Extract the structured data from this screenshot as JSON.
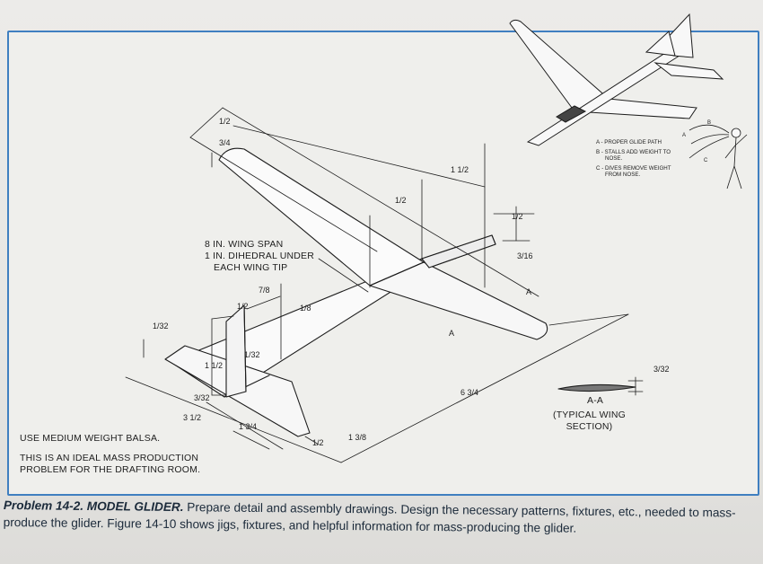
{
  "labels": {
    "wing_span": "8 IN. WING SPAN",
    "dihedral_1": "1 IN. DIHEDRAL UNDER",
    "dihedral_2": "EACH WING TIP",
    "balsa": "USE MEDIUM WEIGHT BALSA.",
    "mass_1": "THIS IS AN IDEAL MASS PRODUCTION",
    "mass_2": "PROBLEM FOR THE DRAFTING ROOM.",
    "section_cut": "A-A",
    "section_1": "(TYPICAL WING",
    "section_2": "SECTION)",
    "cut_a": "A",
    "cut_a2": "A",
    "legend_a": "A - PROPER GLIDE PATH",
    "legend_b1": "B - STALLS ADD WEIGHT TO",
    "legend_b2": "NOSE.",
    "legend_c1": "C - DIVES REMOVE WEIGHT",
    "legend_c2": "FROM NOSE.",
    "path_a": "A",
    "path_b": "B",
    "path_c": "C"
  },
  "dimensions": {
    "d_half_1": "1/2",
    "d_three_quarter": "3/4",
    "d_one_half": "1 1/2",
    "d_half_2": "1/2",
    "d_half_3": "1/2",
    "d_3_16": "3/16",
    "d_7_8": "7/8",
    "d_half_4": "1/2",
    "d_eighth": "1/8",
    "d_1_32": "1/32",
    "d_1_32b": "1/32",
    "d_one_half_b": "1 1/2",
    "d_3_32": "3/32",
    "d_3_half": "3 1/2",
    "d_1_3_4": "1 3/4",
    "d_half_5": "1/2",
    "d_1_3_8": "1 3/8",
    "d_6_3_4": "6 3/4",
    "d_3_32b": "3/32"
  },
  "caption": {
    "title": "Problem 14-2. MODEL GLIDER.",
    "text": "Prepare detail and assembly drawings. Design the necessary patterns, fixtures, etc., needed to mass-produce the glider. Figure 14-10 shows jigs, fixtures, and helpful information for mass-producing the glider."
  },
  "colors": {
    "frame": "#3f7fc0",
    "ink": "#1d1d1d",
    "caption": "#1b2a3a"
  }
}
